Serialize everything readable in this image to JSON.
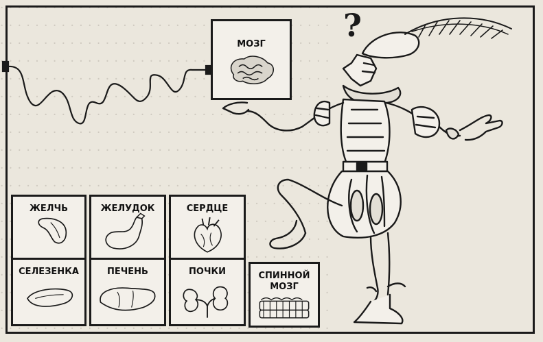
{
  "brain_box": {
    "label": "МОЗГ"
  },
  "question_mark": "?",
  "organs": [
    {
      "id": "bile",
      "label": "ЖЕЛЧЬ",
      "icon": "bile-icon"
    },
    {
      "id": "stomach",
      "label": "ЖЕЛУДОК",
      "icon": "stomach-icon"
    },
    {
      "id": "heart",
      "label": "СЕРДЦЕ",
      "icon": "heart-icon"
    },
    {
      "id": "spleen",
      "label": "СЕЛЕЗЕНКА",
      "icon": "spleen-icon"
    },
    {
      "id": "liver",
      "label": "ПЕЧЕНЬ",
      "icon": "liver-icon"
    },
    {
      "id": "kidneys",
      "label": "ПОЧКИ",
      "icon": "kidneys-icon"
    },
    {
      "id": "spinal",
      "label": "СПИННОЙ МОЗГ",
      "label_lines": [
        "СПИННОЙ",
        "МОЗГ"
      ],
      "icon": "spinal-cord-icon"
    }
  ],
  "colors": {
    "ink": "#1a1a1a",
    "paper": "#ebe7dd"
  }
}
